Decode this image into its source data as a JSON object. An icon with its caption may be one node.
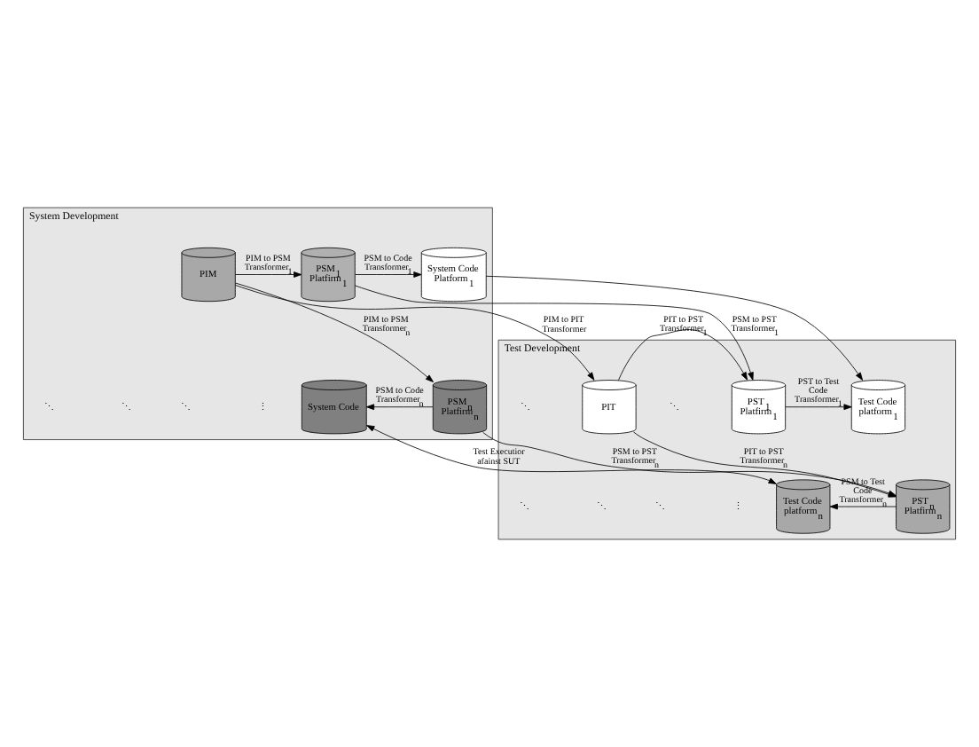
{
  "diagram": {
    "nodes": [
      {
        "text": [
          "System Development"
        ]
      },
      {
        "text": [
          "PIM"
        ],
        "in": 0
      },
      {
        "text": [
          "PSM$_{1}$ Platfirm$_{1}$"
        ],
        "in": 0
      },
      {
        "text": [
          "PSM$_{n}$ Platfirm$_{n}$"
        ],
        "in": 0
      },
      {
        "text": [
          "System Code Platform$_{1}$"
        ],
        "in": 0
      },
      {
        "text": [
          "System Code"
        ],
        "in": 0
      },
      {
        "text": [
          "Test Development"
        ]
      },
      {
        "text": [
          "PIT"
        ],
        "in": 6
      },
      {
        "text": [
          "PST$_{1}$ Platfirm$_{1}$"
        ],
        "in": 6
      },
      {
        "text": [
          "PST$_{n}$ Platfirm$_{n}$"
        ],
        "in": 6
      },
      {
        "text": [
          "Test Code platform$_{1}$"
        ],
        "in": 6
      },
      {
        "text": [
          "Test Code platform$_{n}$"
        ],
        "in": 6
      }
    ],
    "edges": [
      {
        "from": 1,
        "to": 2,
        "arrow": "to",
        "label": "PIM to PSM Transformer$_{1}$"
      },
      {
        "from": 1,
        "to": 3,
        "arrow": "to",
        "label": "PIM to PSM Transformer$_{n}$"
      },
      {
        "from": 2,
        "to": 4,
        "arrow": "to",
        "label": "PSM to Code Transformer$_{1}$"
      },
      {
        "from": 3,
        "to": 5,
        "arrow": "to",
        "label": "PSM to Code Transformer$_{n}$"
      },
      {
        "from": 1,
        "to": 7,
        "arrow": "to",
        "label": "PIM to PIT Transformer"
      },
      {
        "from": 2,
        "to": 8,
        "arrow": "to",
        "label": "PSM to PST Transformer$_{1}$"
      },
      {
        "from": 3,
        "to": 9,
        "arrow": "to",
        "label": "PSM to PST Transformer$_{n}$"
      },
      {
        "from": 4,
        "to": 10,
        "arrow": "to"
      },
      {
        "from": 5,
        "to": 11,
        "arrow": "both",
        "label": "Test Executior afainst SUT"
      },
      {
        "from": 7,
        "to": 8,
        "arrow": "to",
        "label": "PIT to PST Transformer$_{1}$"
      },
      {
        "from": 7,
        "to": 9,
        "arrow": "to",
        "label": "PIT to PST Transformer$_{n}$"
      },
      {
        "from": 8,
        "to": 10,
        "arrow": "to",
        "label": "PST to Test Code Transformer$_{1}$"
      },
      {
        "from": 9,
        "to": 11,
        "arrow": "to",
        "label": "PSM to Test Code Transformer$_{n}$"
      }
    ],
    "labels": [
      "⋮",
      "⋱",
      "⋱",
      "⋱",
      "⋱",
      "⋱",
      "⋮",
      "⋱",
      "⋱",
      "⋱"
    ]
  }
}
